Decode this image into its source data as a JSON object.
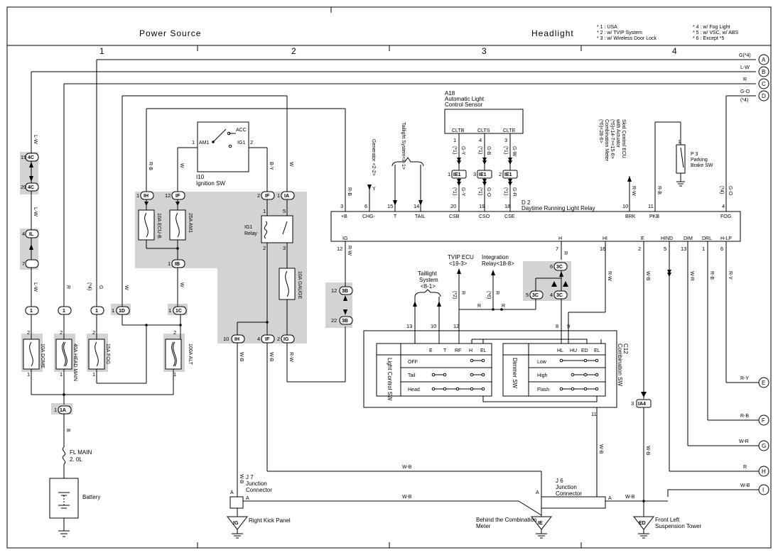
{
  "header": {
    "left_title": "Power Source",
    "right_title": "Headlight",
    "notes_left": [
      "* 1 : USA",
      "* 2 : w/ TVIP System",
      "* 3 : w/ Wireless Door Lock"
    ],
    "notes_right": [
      "* 4 : w/ Fog Light",
      "* 5 : w/ VSC,  w/ ABS",
      "* 6 : Except *5"
    ]
  },
  "columns": [
    "1",
    "2",
    "3",
    "4"
  ],
  "right_connectors": [
    {
      "id": "A",
      "label": "G(*4)"
    },
    {
      "id": "B",
      "label": "L-W"
    },
    {
      "id": "C",
      "label": "R"
    },
    {
      "id": "D",
      "label": "G-O"
    },
    {
      "id": "E",
      "label": "R-Y"
    },
    {
      "id": "F",
      "label": "R-B"
    },
    {
      "id": "G",
      "label": "W-R"
    },
    {
      "id": "H",
      "label": "R"
    },
    {
      "id": "I",
      "label": "W-B"
    }
  ],
  "d_note": "(*4)",
  "fuses": [
    {
      "id": "dome",
      "label": "10A DOME"
    },
    {
      "id": "headmain",
      "label": "40A HEAD MAIN"
    },
    {
      "id": "fog",
      "label": "15A FOG"
    },
    {
      "id": "alt",
      "label": "100A ALT"
    },
    {
      "id": "ecub",
      "label": "10A ECU-B"
    },
    {
      "id": "am1",
      "label": "25A AM1"
    },
    {
      "id": "gauge",
      "label": "10A GAUGE"
    }
  ],
  "connectors": {
    "c4c": "4C",
    "cIL": "IL",
    "c1C": "1C",
    "c1D": "1D",
    "c1A": "1A",
    "cIH": "IH",
    "cIF": "IF",
    "cIA": "IA",
    "cIB": "IB",
    "cIG": "IG",
    "c3B": "3B",
    "c3C": "3C",
    "cIE1": "IE1",
    "cIA4": "IA4",
    "one": "1",
    "cA": "A"
  },
  "pins": {
    "p1": "1",
    "p2": "2",
    "p3": "3",
    "p4": "4",
    "p5": "5",
    "p6": "6",
    "p7": "7",
    "p8": "8",
    "p9": "9",
    "p10": "10",
    "p11": "11",
    "p12": "12",
    "p13": "13",
    "p14": "14",
    "p15": "15",
    "p16": "16",
    "p18": "18",
    "p19": "19",
    "p20": "20",
    "p22": "22"
  },
  "wires": {
    "LW": "L-W",
    "R": "R",
    "G": "G",
    "W": "W",
    "B": "B",
    "RB": "R-B",
    "BY": "B-Y",
    "RW": "R-W",
    "WB": "W-B",
    "WR": "W-R",
    "RY": "R-Y",
    "GY": "G-Y",
    "GB": "G-B",
    "GO": "G-O",
    "GW": "G-W",
    "GR": "G-R",
    "Y": "Y",
    "s4": "(*4)",
    "s1": "(*1)",
    "s2": "(*2)",
    "s6": "(*6)",
    "s5": "(*5)"
  },
  "battery": {
    "label": "Battery",
    "fl_main": "FL MAIN",
    "fl_rating": "2. 0L"
  },
  "ignition": {
    "id": "I10",
    "name": "Ignition SW",
    "acc": "ACC",
    "am1": "AM1",
    "ig1": "IG1",
    "relay": "IG1",
    "relay2": "Relay"
  },
  "sensor": {
    "id": "A18",
    "line1": "Automatic Light",
    "line2": "Control Sensor",
    "pins": [
      "CLTB",
      "CLTS",
      "CLTE"
    ]
  },
  "drl": {
    "id": "D 2",
    "name": "Daytime Running Light Relay",
    "top_pins": [
      "+B",
      "CHG-",
      "T",
      "TAIL",
      "CSB",
      "CSO",
      "CSE",
      "BRK",
      "PKB",
      "FOG"
    ],
    "bottom_pins": [
      "IG",
      "H",
      "HI",
      "E",
      "HIND",
      "DIM",
      "DRL",
      "H-LP"
    ]
  },
  "labels": {
    "generator": "Generator <2-2>",
    "taillight_v": "Taillight System<8-1>",
    "skid": [
      "Skid Control ECU",
      "with Actuator",
      "(*5)<14-7><15-6>",
      "Combination Meter",
      "(*6)<28-6>"
    ],
    "park1": "P 3",
    "park2": "Parking",
    "park3": "Brake SW",
    "tvip1": "TVIP ECU",
    "tvip2": "<19-3>",
    "integ1": "Integration",
    "integ2": "Relay<18-8>",
    "tail1": "Taillight",
    "tail2": "System",
    "tail3": "<8-1>",
    "combo1": "C12",
    "combo2": "Combination SW",
    "jct1": "J 7",
    "jct2": "Junction",
    "jct3": "Connector",
    "jct4": "J 6",
    "jct5": "Junction",
    "jct6": "Connector",
    "g_ig": "IG",
    "g_ie": "IE",
    "g_ed": "ED",
    "right_kick": "Right Kick Panel",
    "behind1": "Behind the Combination",
    "behind2": "Meter",
    "front1": "Front Left",
    "front2": "Suspension Tower"
  },
  "light_sw": {
    "name": "Light Control SW",
    "cols": [
      "E",
      "T",
      "RF",
      "H",
      "EL"
    ],
    "rows": [
      "OFF",
      "Tail",
      "Head"
    ]
  },
  "dimmer_sw": {
    "name": "Dimmer SW",
    "cols": [
      "HL",
      "HU",
      "ED",
      "EL"
    ],
    "rows": [
      "Low",
      "High",
      "Flash"
    ]
  }
}
